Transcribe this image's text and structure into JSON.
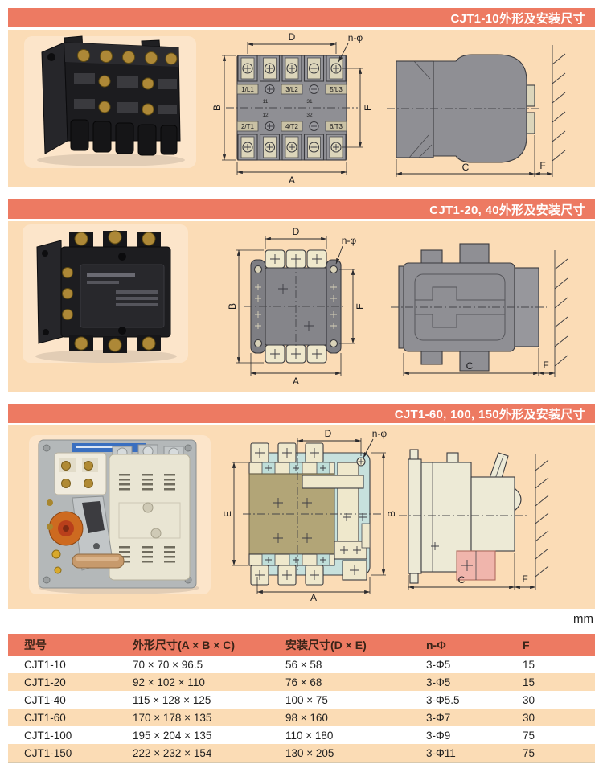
{
  "units_label": "mm",
  "colors": {
    "header_bar": "#ED7A62",
    "panel_bg": "#FBDCB6",
    "table_header_bg": "#ED7A62",
    "table_row_alt_bg": "#FBDCB5",
    "drawing_gray": "#8F8F94",
    "plate_cyan": "#C7E1DD",
    "block_tan": "#B2A577",
    "block_cream": "#EFE8CC",
    "block_pink": "#F0B5AC"
  },
  "panels": [
    {
      "title": "CJT1-10外形及安装尺寸"
    },
    {
      "title": "CJT1-20, 40外形及安装尺寸"
    },
    {
      "title": "CJT1-60, 100, 150外形及安装尺寸"
    }
  ],
  "dim_labels": {
    "A": "A",
    "B": "B",
    "C": "C",
    "D": "D",
    "E": "E",
    "F": "F",
    "n_phi": "n-φ"
  },
  "panel1_terminals": {
    "t1": "1/L1",
    "t2": "3/L2",
    "t3": "5/L3",
    "b1": "2/T1",
    "b2": "4/T2",
    "b3": "6/T3",
    "a1": "11",
    "a2": "31",
    "a3": "12",
    "a4": "32"
  },
  "table": {
    "headers": [
      "型号",
      "外形尺寸(A × B × C)",
      "安装尺寸(D × E)",
      "n-Φ",
      "F"
    ],
    "rows": [
      [
        "CJT1-10",
        "70 × 70 × 96.5",
        "56 × 58",
        "3-Φ5",
        "15"
      ],
      [
        "CJT1-20",
        "92 × 102 × 110",
        "76 × 68",
        "3-Φ5",
        "15"
      ],
      [
        "CJT1-40",
        "115 × 128 × 125",
        "100 × 75",
        "3-Φ5.5",
        "30"
      ],
      [
        "CJT1-60",
        "170 × 178 × 135",
        "98 × 160",
        "3-Φ7",
        "30"
      ],
      [
        "CJT1-100",
        "195 × 204 × 135",
        "110 × 180",
        "3-Φ9",
        "75"
      ],
      [
        "CJT1-150",
        "222 × 232 × 154",
        "130 × 205",
        "3-Φ11",
        "75"
      ]
    ]
  }
}
